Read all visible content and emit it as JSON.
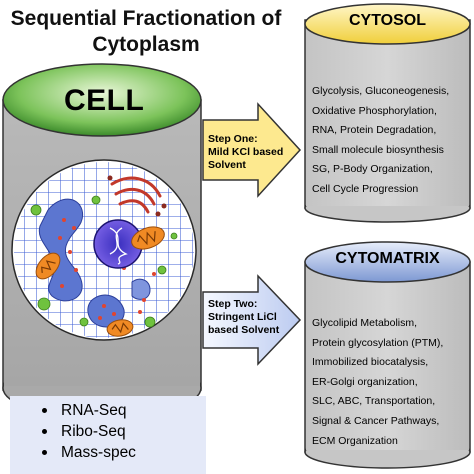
{
  "title": "Sequential Fractionation of Cytoplasm",
  "cell_label": "CELL",
  "step_one": {
    "line1": "Step One:",
    "line2": "Mild KCl based",
    "line3": "Solvent"
  },
  "step_two": {
    "line1": "Step Two:",
    "line2": "Stringent LiCl",
    "line3": "based Solvent"
  },
  "cytosol": {
    "title": "CYTOSOL",
    "items": [
      "Glycolysis, Gluconeogenesis,",
      "Oxidative Phosphorylation,",
      "RNA, Protein Degradation,",
      "Small molecule biosynthesis",
      "SG, P-Body Organization,",
      "Cell Cycle Progression"
    ]
  },
  "cytomatrix": {
    "title": "CYTOMATRIX",
    "items": [
      "Glycolipid Metabolism,",
      "Protein glycosylation (PTM),",
      "Immobilized biocatalysis,",
      "ER-Golgi organization,",
      "SLC, ABC, Transportation,",
      "Signal & Cancer Pathways,",
      "ECM Organization"
    ]
  },
  "methods": [
    "RNA-Seq",
    "Ribo-Seq",
    "Mass-spec"
  ],
  "colors": {
    "cell_green": "#4e9e3a",
    "cytosol_yellow": "#f5dc5c",
    "cytomatrix_blue": "#8fa6d8",
    "arrow_yellow": "#fde98f",
    "arrow_blue": "#d5def5",
    "box_gray": "#c8c8c8"
  }
}
